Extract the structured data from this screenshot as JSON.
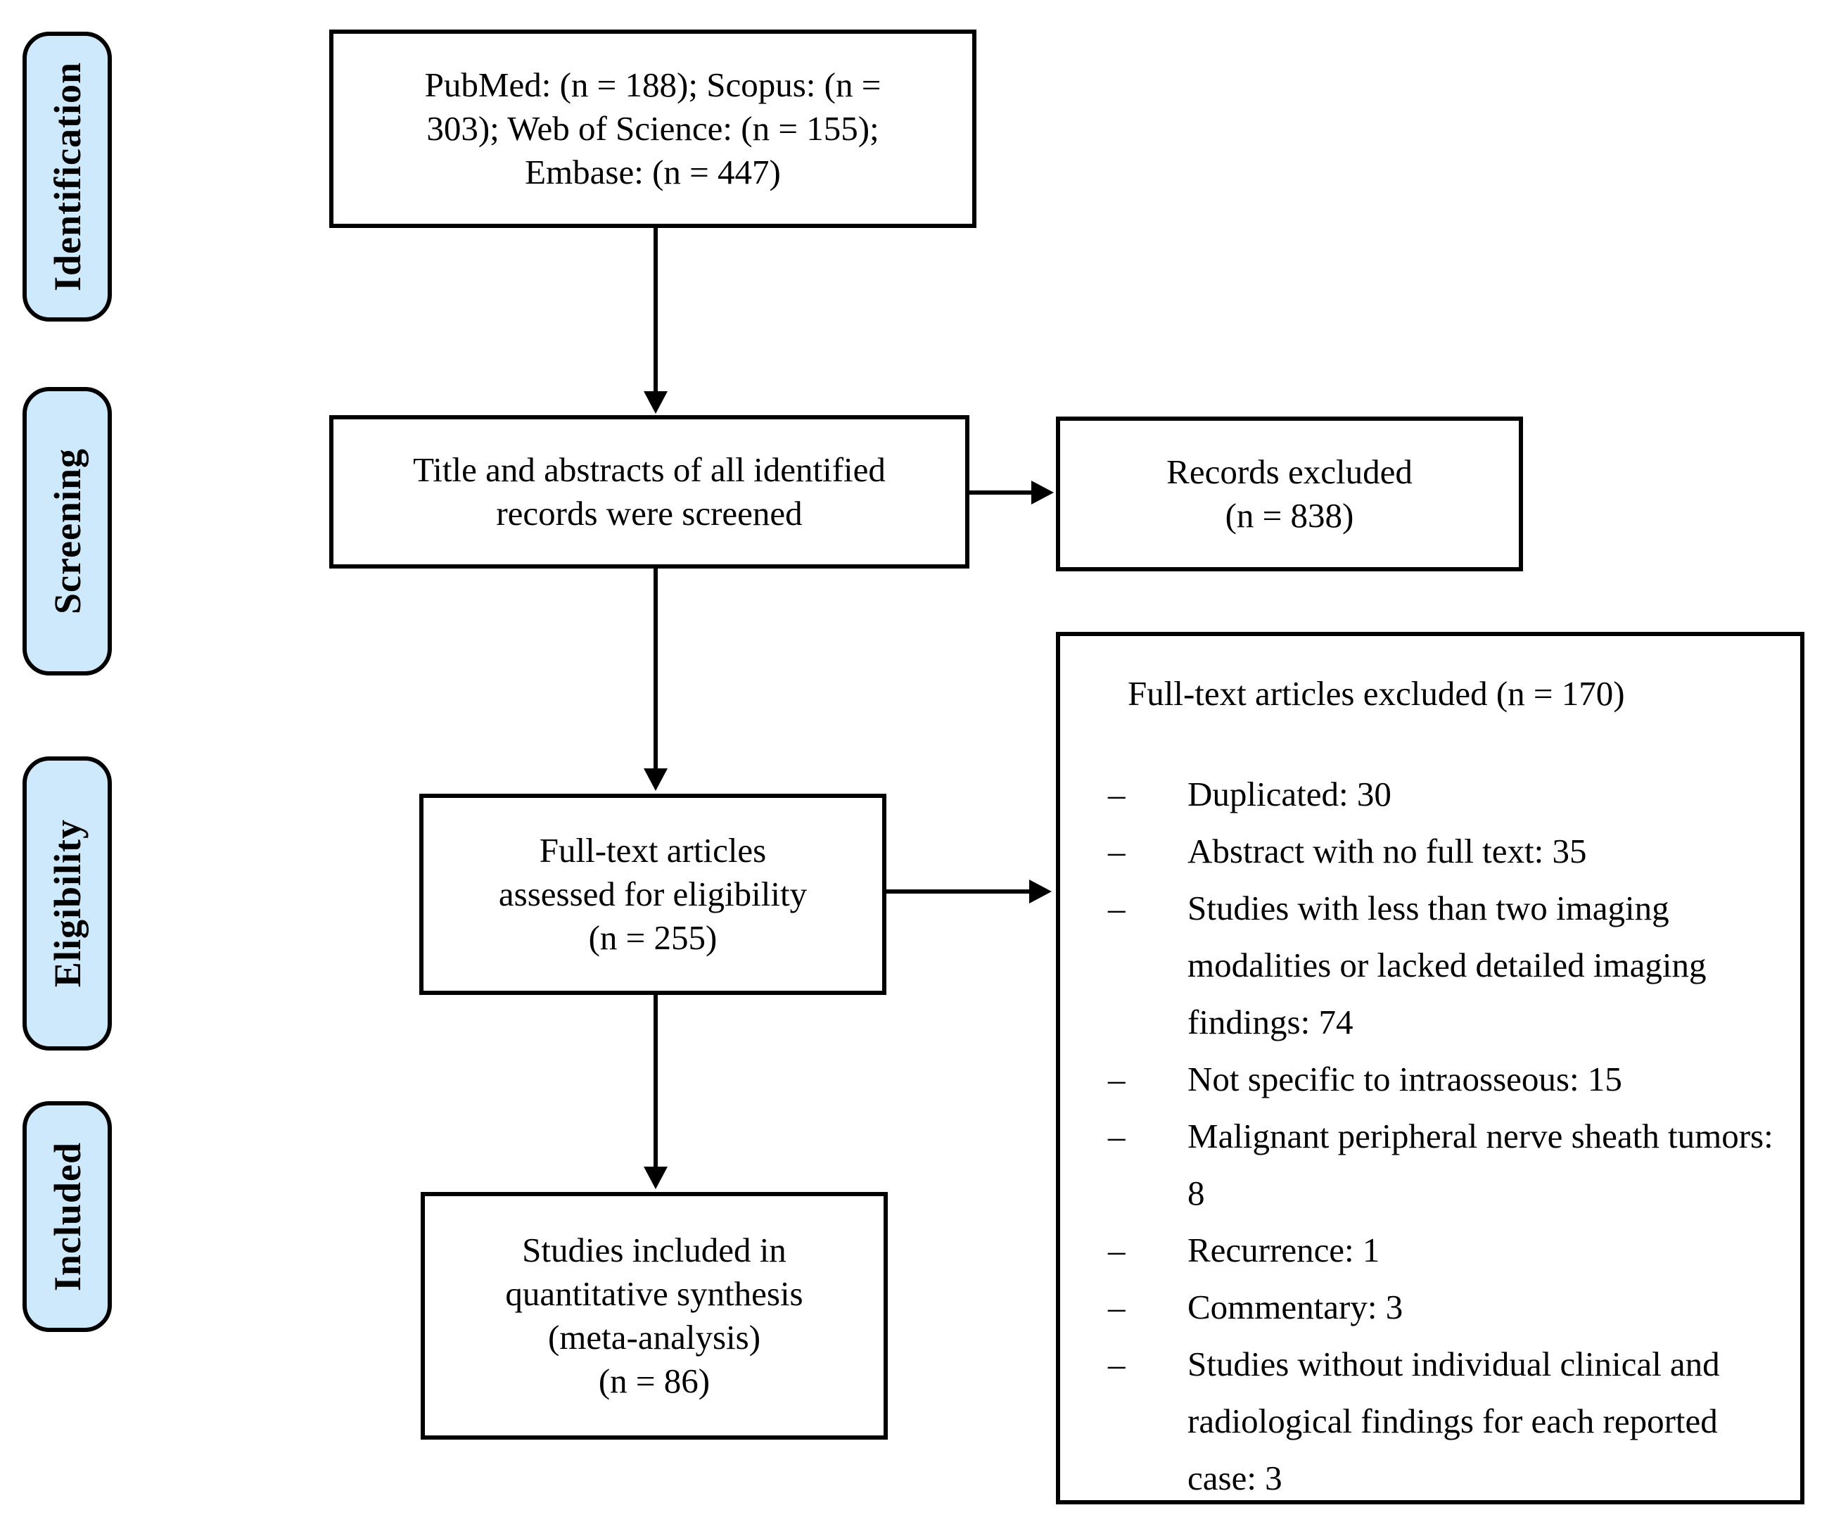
{
  "colors": {
    "stage_label_fill": "#cee9fc",
    "box_border": "#000000",
    "background": "#ffffff"
  },
  "stage_labels": {
    "identification": "Identification",
    "screening": "Screening",
    "eligibility": "Eligibility",
    "included": "Included"
  },
  "boxes": {
    "databases": {
      "lines": [
        "PubMed: (n = 188); Scopus: (n =",
        "303); Web of Science: (n = 155);",
        "Embase: (n = 447)"
      ]
    },
    "screened": {
      "lines": [
        "Title and abstracts of all identified",
        "records were screened"
      ]
    },
    "records_excluded": {
      "lines": [
        "Records excluded",
        "(n = 838)"
      ]
    },
    "fulltext_assessed": {
      "lines": [
        "Full-text articles",
        "assessed for eligibility",
        "(n = 255)"
      ]
    },
    "included_studies": {
      "lines": [
        "Studies included in",
        "quantitative synthesis",
        "(meta-analysis)",
        "(n = 86)"
      ]
    },
    "fulltext_excluded": {
      "title": "Full-text articles excluded (n = 170)",
      "bullet_marker": "–",
      "items": [
        "Duplicated: 30",
        "Abstract with no full text: 35",
        "Studies with less than two imaging modalities or lacked detailed imaging findings: 74",
        "Not specific to intraosseous: 15",
        "Malignant peripheral nerve sheath tumors: 8",
        "Recurrence: 1",
        "Commentary: 3",
        "Studies without individual clinical and radiological findings for each reported case: 3"
      ]
    }
  }
}
